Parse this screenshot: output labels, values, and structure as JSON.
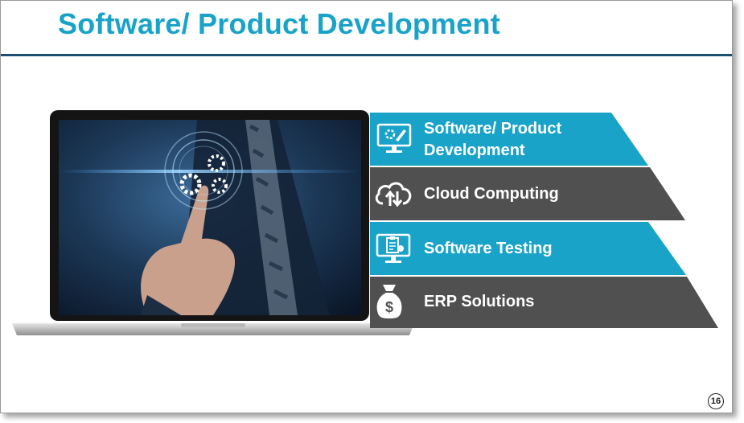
{
  "slide": {
    "title": "Software/ Product Development",
    "page_number": "16"
  },
  "steps": [
    {
      "label_line1": "Software/ Product",
      "label_line2": "Development",
      "icon": "monitor-gear-icon",
      "color": "#1aa3c9"
    },
    {
      "label_line1": "Cloud Computing",
      "label_line2": "",
      "icon": "cloud-transfer-icon",
      "color": "#505050"
    },
    {
      "label_line1": "Software Testing",
      "label_line2": "",
      "icon": "clipboard-monitor-icon",
      "color": "#1aa3c9"
    },
    {
      "label_line1": "ERP Solutions",
      "label_line2": "",
      "icon": "money-bag-icon",
      "color": "#505050"
    }
  ],
  "colors": {
    "accent": "#1aa3c9",
    "dark_band": "#505050",
    "title_rule": "#1b4f72"
  }
}
